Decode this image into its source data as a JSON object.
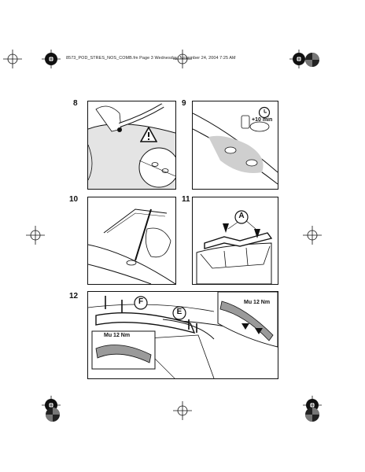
{
  "header": {
    "text": "8573_POD_STRES_NOS_COMB.fm  Page 3  Wednesday, November 24, 2004  7:25 AM"
  },
  "steps": [
    {
      "number": "8"
    },
    {
      "number": "9",
      "time_label": "+10 min"
    },
    {
      "number": "10"
    },
    {
      "number": "11",
      "callout": "A"
    },
    {
      "number": "12",
      "callout_f": "F",
      "callout_e": "E",
      "torque_left": "Mu 12 Nm",
      "torque_right": "Mu 12 Nm"
    }
  ],
  "icons": {
    "warning": "warning-triangle-icon",
    "clock": "clock-icon",
    "registration": "registration-mark-icon"
  },
  "colors": {
    "ink": "#111111",
    "shade": "#9a9a9a",
    "panel_bg": "#ffffff"
  }
}
